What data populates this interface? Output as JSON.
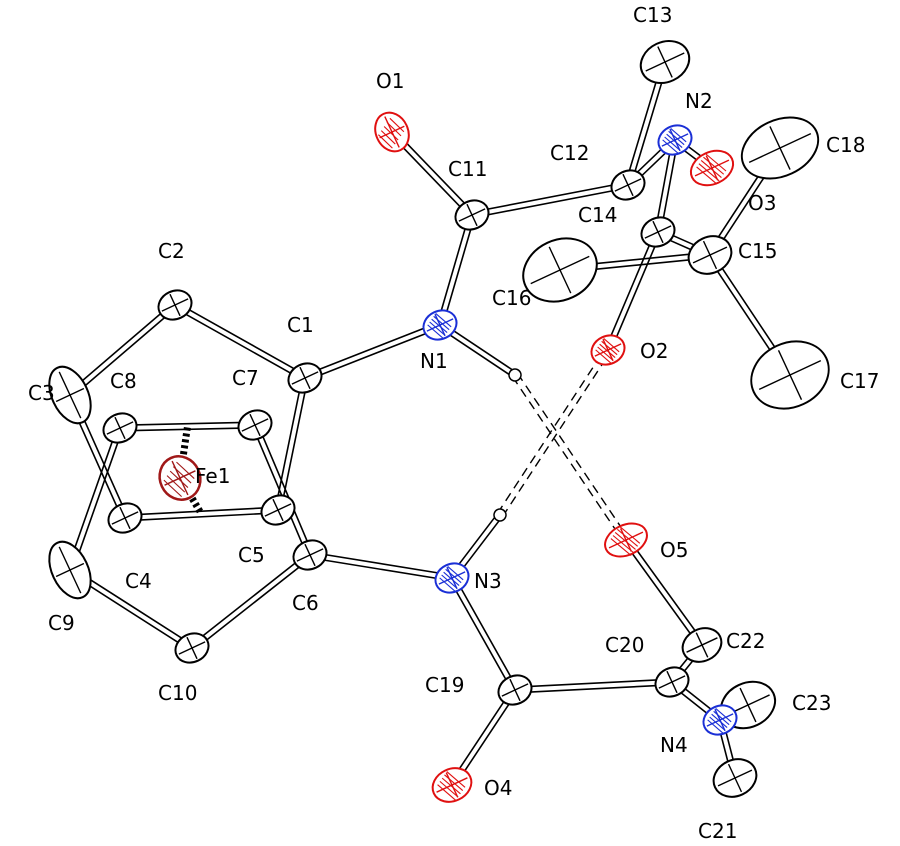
{
  "atoms": [
    {
      "id": "C1",
      "el": "C"
    },
    {
      "id": "C2",
      "el": "C"
    },
    {
      "id": "C3",
      "el": "C"
    },
    {
      "id": "C4",
      "el": "C"
    },
    {
      "id": "C5",
      "el": "C"
    },
    {
      "id": "C6",
      "el": "C"
    },
    {
      "id": "C7",
      "el": "C"
    },
    {
      "id": "C8",
      "el": "C"
    },
    {
      "id": "C9",
      "el": "C"
    },
    {
      "id": "C10",
      "el": "C"
    },
    {
      "id": "C11",
      "el": "C"
    },
    {
      "id": "C12",
      "el": "C"
    },
    {
      "id": "C13",
      "el": "C"
    },
    {
      "id": "C14",
      "el": "C"
    },
    {
      "id": "C15",
      "el": "C"
    },
    {
      "id": "C16",
      "el": "C"
    },
    {
      "id": "C17",
      "el": "C"
    },
    {
      "id": "C18",
      "el": "C"
    },
    {
      "id": "C19",
      "el": "C"
    },
    {
      "id": "C20",
      "el": "C"
    },
    {
      "id": "C21",
      "el": "C"
    },
    {
      "id": "C22",
      "el": "C"
    },
    {
      "id": "C23",
      "el": "C"
    },
    {
      "id": "N1",
      "el": "N"
    },
    {
      "id": "N2",
      "el": "N"
    },
    {
      "id": "N3",
      "el": "N"
    },
    {
      "id": "N4",
      "el": "N"
    },
    {
      "id": "O1",
      "el": "O"
    },
    {
      "id": "O2",
      "el": "O"
    },
    {
      "id": "O3",
      "el": "O"
    },
    {
      "id": "O4",
      "el": "O"
    },
    {
      "id": "O5",
      "el": "O"
    },
    {
      "id": "Fe1",
      "el": "Fe"
    },
    {
      "id": "H1",
      "el": "H"
    },
    {
      "id": "H3",
      "el": "H"
    }
  ],
  "labels": [
    "C1",
    "C2",
    "C3",
    "C4",
    "C5",
    "C6",
    "C7",
    "C8",
    "C9",
    "C10",
    "C11",
    "C12",
    "C13",
    "C14",
    "C15",
    "C16",
    "C17",
    "C18",
    "C19",
    "C20",
    "C21",
    "C22",
    "C23",
    "N1",
    "N2",
    "N3",
    "N4",
    "O1",
    "O2",
    "O3",
    "O4",
    "O5",
    "Fe1"
  ],
  "bonds": [
    [
      "C1",
      "C2"
    ],
    [
      "C2",
      "C3"
    ],
    [
      "C3",
      "C4"
    ],
    [
      "C4",
      "C5"
    ],
    [
      "C5",
      "C1"
    ],
    [
      "C6",
      "C7"
    ],
    [
      "C7",
      "C8"
    ],
    [
      "C8",
      "C9"
    ],
    [
      "C9",
      "C10"
    ],
    [
      "C10",
      "C6"
    ],
    [
      "C1",
      "N1"
    ],
    [
      "N1",
      "C11"
    ],
    [
      "C11",
      "O1"
    ],
    [
      "C11",
      "C12"
    ],
    [
      "C12",
      "C13"
    ],
    [
      "C12",
      "N2"
    ],
    [
      "N2",
      "O3"
    ],
    [
      "N2",
      "C14"
    ],
    [
      "C14",
      "C15"
    ],
    [
      "C15",
      "C16"
    ],
    [
      "C15",
      "C17"
    ],
    [
      "C15",
      "C18"
    ],
    [
      "C14",
      "O2"
    ],
    [
      "C6",
      "N3"
    ],
    [
      "N3",
      "C19"
    ],
    [
      "C19",
      "O4"
    ],
    [
      "C19",
      "C20"
    ],
    [
      "C20",
      "C22"
    ],
    [
      "C20",
      "N4"
    ],
    [
      "N4",
      "C21"
    ],
    [
      "N4",
      "C23"
    ],
    [
      "C22",
      "O5"
    ],
    [
      "N1",
      "H1"
    ],
    [
      "N3",
      "H3"
    ]
  ],
  "hbonds": [
    [
      "H1",
      "O5"
    ],
    [
      "H3",
      "O2"
    ]
  ],
  "fe_links": [
    [
      "C8",
      "C7"
    ],
    [
      "C4",
      "C5"
    ]
  ]
}
